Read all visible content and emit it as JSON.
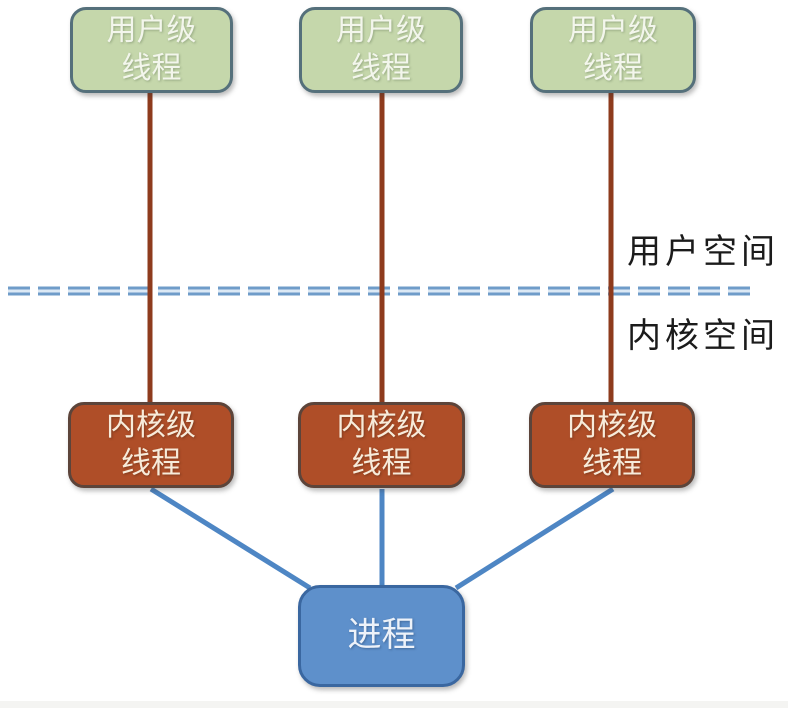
{
  "diagram": {
    "title": "many-to-one-thread-model",
    "user_threads": [
      {
        "label": "用户级\n线程"
      },
      {
        "label": "用户级\n线程"
      },
      {
        "label": "用户级\n线程"
      }
    ],
    "kernel_threads": [
      {
        "label": "内核级\n线程"
      },
      {
        "label": "内核级\n线程"
      },
      {
        "label": "内核级\n线程"
      }
    ],
    "process": {
      "label": "进程"
    },
    "labels": {
      "user_space": "用户空间",
      "kernel_space": "内核空间"
    }
  },
  "colors": {
    "user_thread_fill": "#c5d7ab",
    "user_thread_border": "#55707b",
    "kernel_thread_fill": "#af4e28",
    "kernel_thread_border": "#5c443a",
    "process_fill": "#5e90cb",
    "process_border": "#3a67a0",
    "user_kernel_link": "#8e3b1d",
    "process_link": "#4e86c4",
    "boundary_dash_outer": "#6f9cc9",
    "boundary_dash_inner": "#dce9f5",
    "label_text": "#1b1b1b"
  }
}
